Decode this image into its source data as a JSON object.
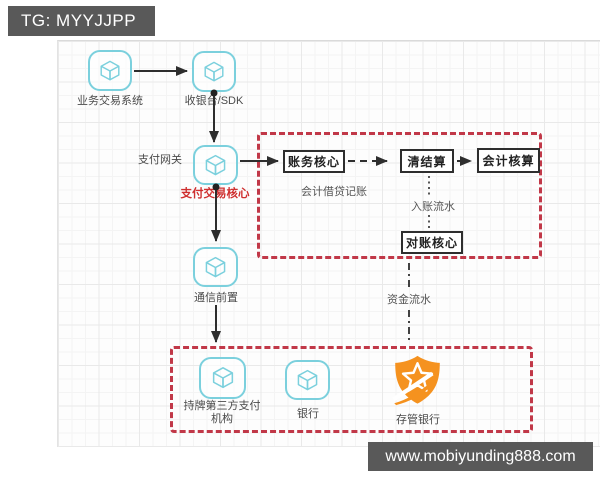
{
  "header": {
    "tag_label": "TG: MYYJJPP"
  },
  "watermark": {
    "url_label": "www.mobiyunding888.com"
  },
  "diagram": {
    "nodes": {
      "business_system": "业务交易系统",
      "cashier_sdk": "收银台/SDK",
      "payment_gateway": "支付网关",
      "payment_core": "支付交易核心",
      "comm_front": "通信前置",
      "licensed_third_party": "持牌第三方支付机构",
      "bank": "银行",
      "custodian_bank": "存管银行"
    },
    "ledger_group": {
      "account_core": "账务核心",
      "clearing_settlement": "清结算",
      "accounting": "会计核算",
      "recon_core": "对账核心",
      "bookkeeping_note": "会计借贷记账",
      "entry_flow_label": "入账流水"
    },
    "fund_flow_label": "资金流水",
    "edges": [
      {
        "from": "business_system",
        "to": "cashier_sdk",
        "style": "solid-arrow"
      },
      {
        "from": "cashier_sdk",
        "to": "payment_gateway",
        "style": "solid-arrow"
      },
      {
        "from": "payment_core",
        "to": "account_core",
        "style": "solid-arrow"
      },
      {
        "from": "account_core",
        "to": "clearing_settlement",
        "style": "dashed-arrow"
      },
      {
        "from": "clearing_settlement",
        "to": "accounting",
        "style": "dashed-arrow"
      },
      {
        "from": "clearing_settlement",
        "to": "recon_core",
        "style": "dotted",
        "label": "入账流水"
      },
      {
        "from": "payment_core",
        "to": "comm_front",
        "style": "solid-arrow"
      },
      {
        "from": "comm_front",
        "to": "licensed-group",
        "style": "solid-arrow"
      },
      {
        "from": "ledger-group",
        "to": "custodian-group",
        "style": "dash-dot",
        "label": "资金流水"
      }
    ],
    "colors": {
      "group_border_red": "#c13848",
      "cube_stroke": "#7bd0dd",
      "shield_orange": "#f5921f",
      "banner_bg": "#595959",
      "highlight_text_red": "#cf2f2f",
      "connector_black": "#2e2e2e"
    }
  }
}
